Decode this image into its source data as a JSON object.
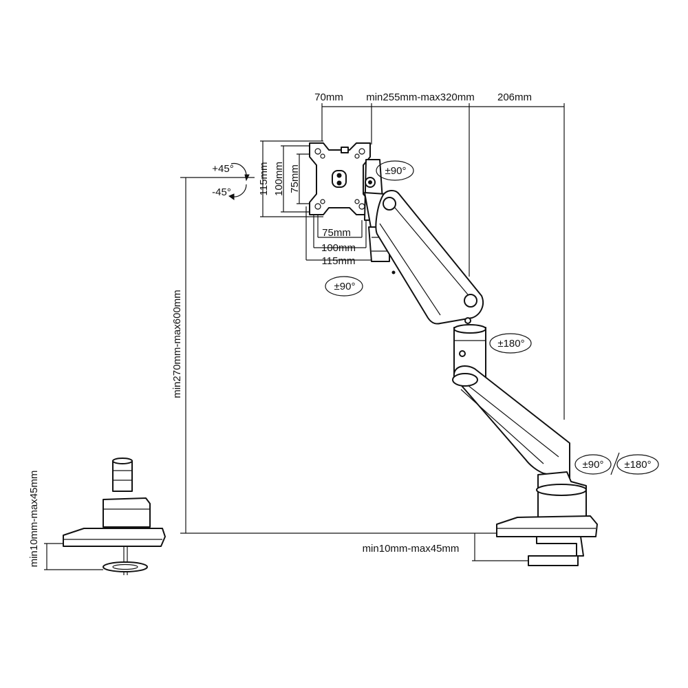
{
  "dimensions": {
    "top_70": "70mm",
    "top_arm": "min255mm-max320mm",
    "top_206": "206mm",
    "vesa_h_115": "115mm",
    "vesa_h_100": "100mm",
    "vesa_h_75": "75mm",
    "vesa_w_75": "75mm",
    "vesa_w_100": "100mm",
    "vesa_w_115": "115mm",
    "height_range": "min270mm-max600mm",
    "clamp_left": "min10mm-max45mm",
    "clamp_right": "min10mm-max45mm"
  },
  "angles": {
    "tilt_up": "+45°",
    "tilt_down": "-45°",
    "rotate_head": "±90°",
    "swivel_head": "±90°",
    "elbow": "±180°",
    "base_swivel": "±90°",
    "base_rotate": "±180°"
  }
}
